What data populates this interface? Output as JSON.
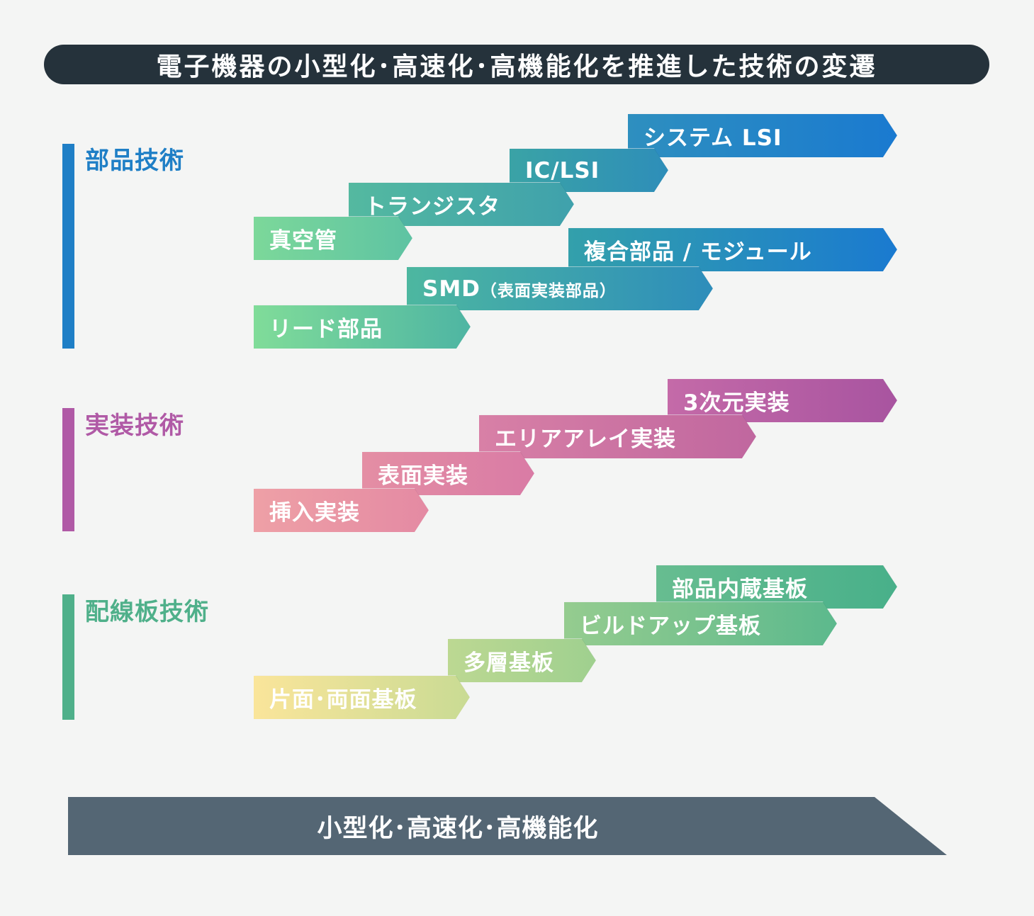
{
  "title": "電子機器の小型化･高速化･高機能化を推進した技術の変遷",
  "categories": [
    {
      "label": "部品技術",
      "color": "#1f7fc6",
      "items": [
        {
          "label": "システム LSI"
        },
        {
          "label": "IC/LSI"
        },
        {
          "label": "トランジスタ"
        },
        {
          "label": "真空管"
        },
        {
          "label": "複合部品 / モジュール"
        },
        {
          "label": "SMD",
          "sub": "（表面実装部品）"
        },
        {
          "label": "リード部品"
        }
      ]
    },
    {
      "label": "実装技術",
      "color": "#b05aa6",
      "items": [
        {
          "label": "3次元実装"
        },
        {
          "label": "エリアアレイ実装"
        },
        {
          "label": "表面実装"
        },
        {
          "label": "挿入実装"
        }
      ]
    },
    {
      "label": "配線板技術",
      "color": "#4fb08a",
      "items": [
        {
          "label": "部品内蔵基板"
        },
        {
          "label": "ビルドアップ基板"
        },
        {
          "label": "多層基板"
        },
        {
          "label": "片面･両面基板"
        }
      ]
    }
  ],
  "bottom_banner": "小型化･高速化･高機能化"
}
